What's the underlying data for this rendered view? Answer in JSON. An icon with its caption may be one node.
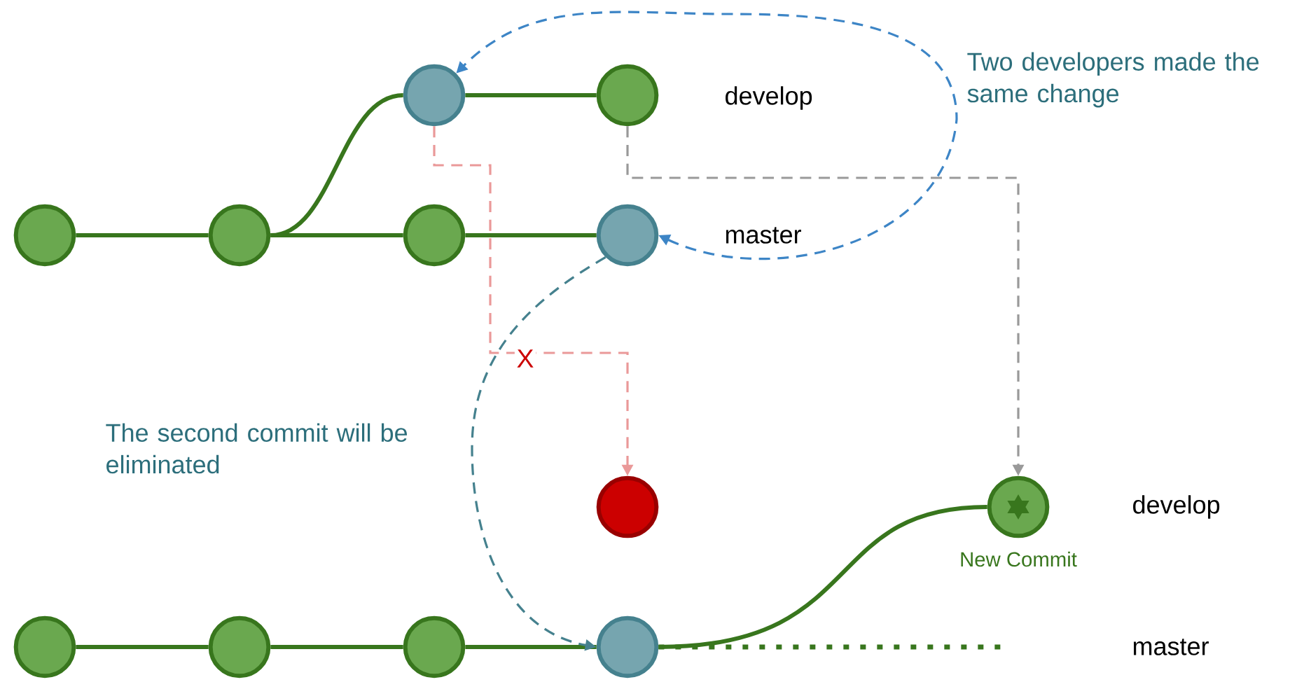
{
  "diagram": {
    "nodes": [
      {
        "text": [],
        "shape": "circle"
      },
      {
        "text": [],
        "shape": "circle"
      },
      {
        "text": [],
        "shape": "circle"
      },
      {
        "text": [],
        "shape": "circle"
      },
      {
        "text": [],
        "shape": "circle"
      },
      {
        "text": [],
        "shape": "circle"
      },
      {
        "text": [],
        "shape": "circle"
      },
      {
        "text": [],
        "shape": "circle"
      },
      {
        "text": [],
        "shape": "circle"
      },
      {
        "text": [],
        "shape": "circle"
      },
      {
        "text": [],
        "shape": "circle"
      },
      {
        "text": [],
        "shape": "circle",
        "beside": [
          "New Commit"
        ]
      }
    ],
    "edges": [
      {
        "from": 0,
        "to": 1,
        "arrow": "none"
      },
      {
        "from": 1,
        "to": 2,
        "arrow": "none"
      },
      {
        "from": 2,
        "to": 3,
        "arrow": "none"
      },
      {
        "from": 1,
        "to": 4,
        "arrow": "none"
      },
      {
        "from": 4,
        "to": 5,
        "arrow": "none"
      },
      {
        "from": 7,
        "to": 8,
        "arrow": "none"
      },
      {
        "from": 8,
        "to": 9,
        "arrow": "none"
      },
      {
        "from": 9,
        "to": 10,
        "arrow": "none"
      },
      {
        "from": 10,
        "to": 11,
        "arrow": "none"
      },
      {
        "from": 10,
        "to": null,
        "arrow": "none",
        "style": "dashed"
      },
      {
        "from": 5,
        "to": 11,
        "arrow": "to",
        "style": "dashed",
        "color": "#999999"
      },
      {
        "from": 4,
        "to": 6,
        "arrow": "to",
        "style": "dashed",
        "color": "#ea9999",
        "label": "X"
      },
      {
        "from": 3,
        "to": 4,
        "arrow": "both",
        "style": "dashed",
        "color": "#3d85c6"
      },
      {
        "from": 3,
        "to": 10,
        "arrow": "to",
        "style": "dashed",
        "color": "#45818e"
      }
    ],
    "labels": [
      "Two developers made the same change",
      "develop",
      "master",
      "The second commit will be eliminated",
      "develop",
      "master"
    ]
  }
}
